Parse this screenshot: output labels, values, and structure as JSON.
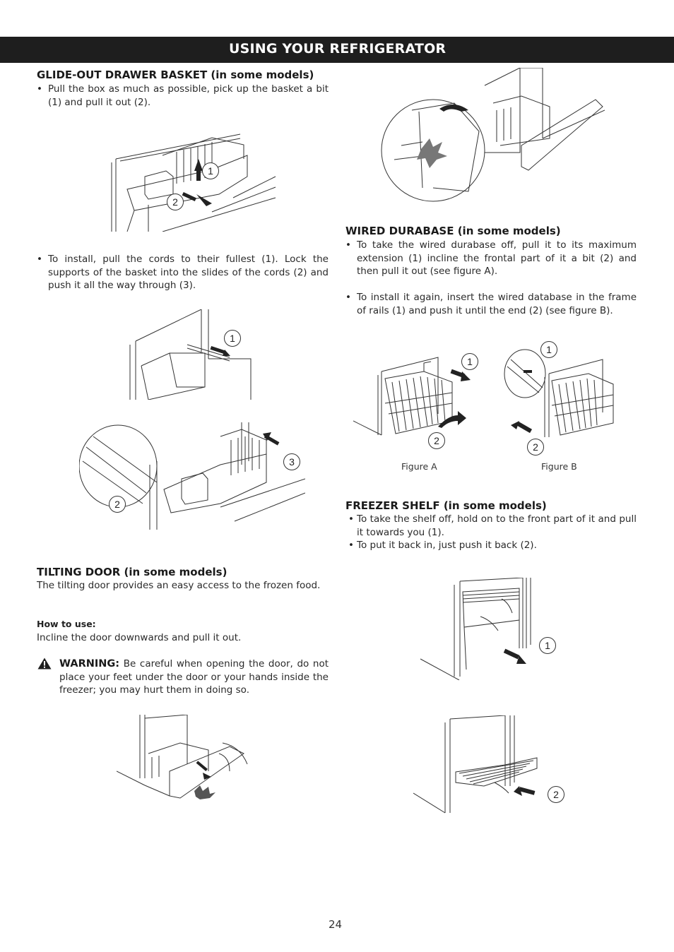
{
  "header": {
    "title": "USING YOUR REFRIGERATOR"
  },
  "glide": {
    "title": "GLIDE-OUT DRAWER BASKET (in some models)",
    "bullet1": "Pull the box as much as possible, pick up the basket a bit (1) and pull it out (2).",
    "bullet2": "To install, pull the cords to their fullest (1). Lock the supports of the basket into the slides of the cords (2) and push it all the way through (3).",
    "fig1_labels": [
      "1",
      "2"
    ],
    "fig2_labels": [
      "1"
    ],
    "fig3_labels": [
      "3",
      "2"
    ]
  },
  "tilting": {
    "title": "TILTING DOOR (in some models)",
    "intro": "The tilting door provides an easy access to the frozen food.",
    "howto_title": "How to use:",
    "howto_text": "Incline the door downwards and pull it out.",
    "warning_label": "WARNING:",
    "warning_text": "Be careful when opening the door, do not place your feet under the door or your hands inside the freezer; you may hurt them in doing so."
  },
  "durabase": {
    "title": "WIRED DURABASE (in some models)",
    "bullet1": "To take the wired durabase off, pull it to its maximum extension (1) incline the frontal part of it a bit (2) and then pull it out (see figure A).",
    "bullet2": "To install it again, insert the wired database in the frame of rails (1) and push it until the end (2) (see figure B).",
    "figA_caption": "Figure A",
    "figB_caption": "Figure B",
    "figA_labels": [
      "1",
      "2"
    ],
    "figB_labels": [
      "1",
      "2"
    ]
  },
  "freezer": {
    "title": "FREEZER SHELF (in some models)",
    "bullet1": "To take the shelf off, hold on to the front part of it and pull it towards you (1).",
    "bullet2": "To put it back in, just push it back (2).",
    "fig1_labels": [
      "1"
    ],
    "fig2_labels": [
      "2"
    ]
  },
  "footer": {
    "page_number": "24"
  },
  "icons": {
    "bullet": "•",
    "warning": "warning-triangle-icon"
  }
}
